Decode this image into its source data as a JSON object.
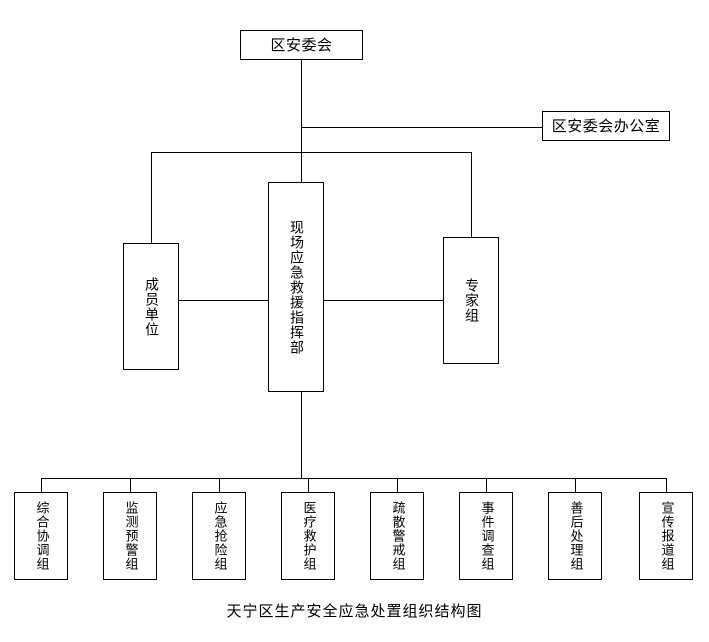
{
  "diagram": {
    "caption": "天宁区生产安全应急处置组织结构图",
    "nodes": {
      "top": {
        "label": "区安委会"
      },
      "office": {
        "label": "区安委会办公室"
      },
      "command": {
        "label": "现场应急救援指挥部"
      },
      "members": {
        "label": "成员单位"
      },
      "experts": {
        "label": "专家组"
      }
    },
    "groups": [
      {
        "label": "综合协调组"
      },
      {
        "label": "监测预警组"
      },
      {
        "label": "应急抢险组"
      },
      {
        "label": "医疗救护组"
      },
      {
        "label": "疏散警戒组"
      },
      {
        "label": "事件调查组"
      },
      {
        "label": "善后处理组"
      },
      {
        "label": "宣传报道组"
      }
    ],
    "colors": {
      "background": "#ffffff",
      "line": "#000000",
      "text": "#000000"
    }
  }
}
